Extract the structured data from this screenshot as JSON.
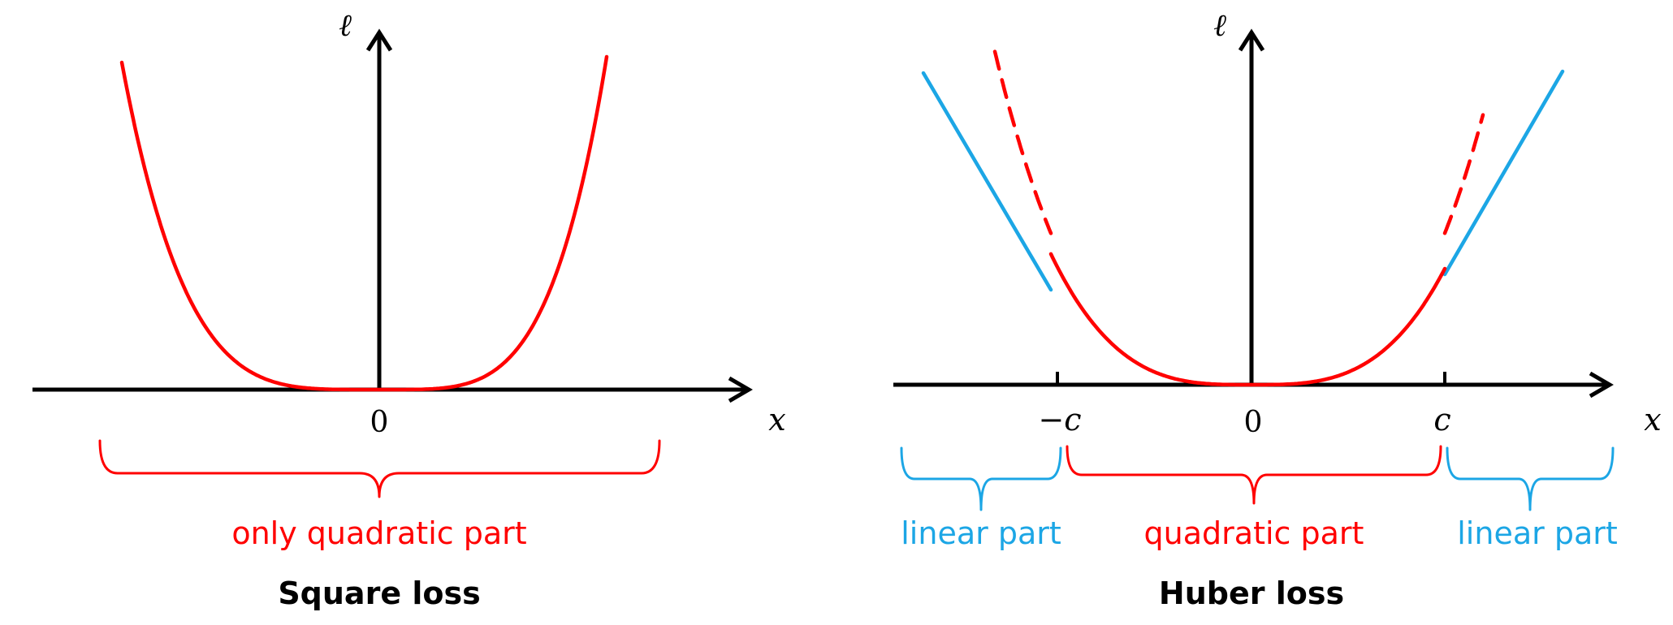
{
  "colors": {
    "axis": "#000000",
    "quadratic": "#ff0000",
    "linear": "#1ca6e5"
  },
  "square_loss": {
    "title": "Square loss",
    "y_axis_label": "ℓ",
    "x_axis_label": "x",
    "origin_label": "0",
    "part_label": "only quadratic part"
  },
  "huber_loss": {
    "title": "Huber loss",
    "y_axis_label": "ℓ",
    "x_axis_label": "x",
    "origin_label": "0",
    "neg_c_label": "−c",
    "pos_c_label": "c",
    "left_part_label": "linear part",
    "middle_part_label": "quadratic part",
    "right_part_label": "linear part"
  }
}
